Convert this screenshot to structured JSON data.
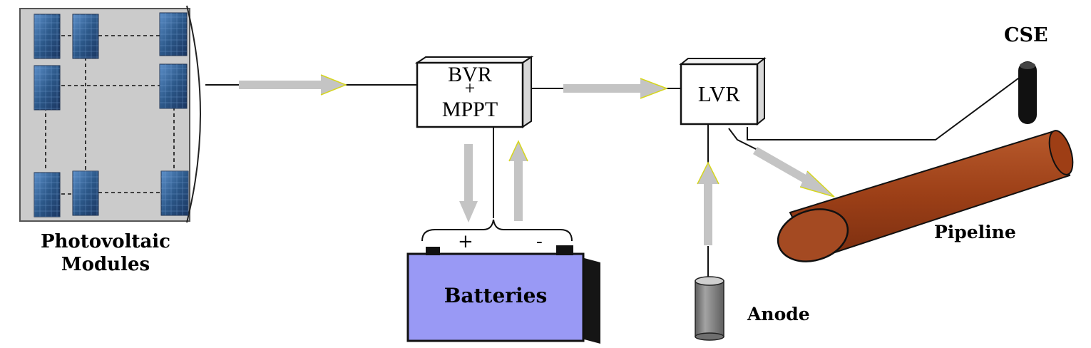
{
  "labels": {
    "pv_modules_line1": "Photovoltaic",
    "pv_modules_line2": "Modules",
    "bvr": "BVR",
    "bvr_plus": "+",
    "mppt": "MPPT",
    "lvr": "LVR",
    "batteries": "Batteries",
    "battery_plus": "+",
    "battery_minus": "-",
    "anode": "Anode",
    "pipeline": "Pipeline",
    "cse": "CSE"
  },
  "colors": {
    "panel_frame": "#c9c9c9",
    "solar_cell": "#2f5a8c",
    "arrow": "#c4c4c4",
    "battery": "#9999f5",
    "pipeline": "#a0411e",
    "anode": "#8a8a8a",
    "cse_electrode": "#111111"
  }
}
